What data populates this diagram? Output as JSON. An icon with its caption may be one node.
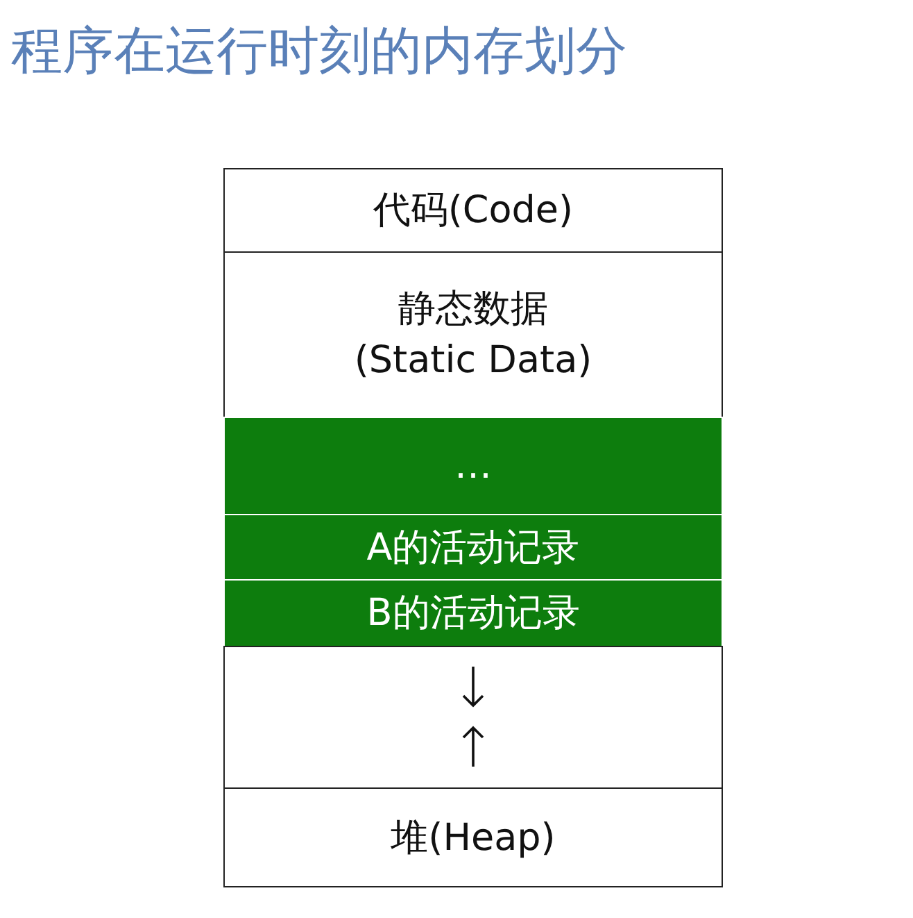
{
  "diagram": {
    "title": "程序在运行时刻的内存划分",
    "nodes": [
      {
        "text": [
          "代码(Code)"
        ]
      },
      {
        "text": [
          "静态数据 (Static Data)"
        ]
      },
      {
        "text": [
          "…"
        ]
      },
      {
        "text": [
          "A的活动记录"
        ]
      },
      {
        "text": [
          "B的活动记录"
        ]
      },
      {
        "text": [],
        "shape": "box"
      },
      {
        "text": [
          "堆(Heap)"
        ]
      }
    ]
  }
}
